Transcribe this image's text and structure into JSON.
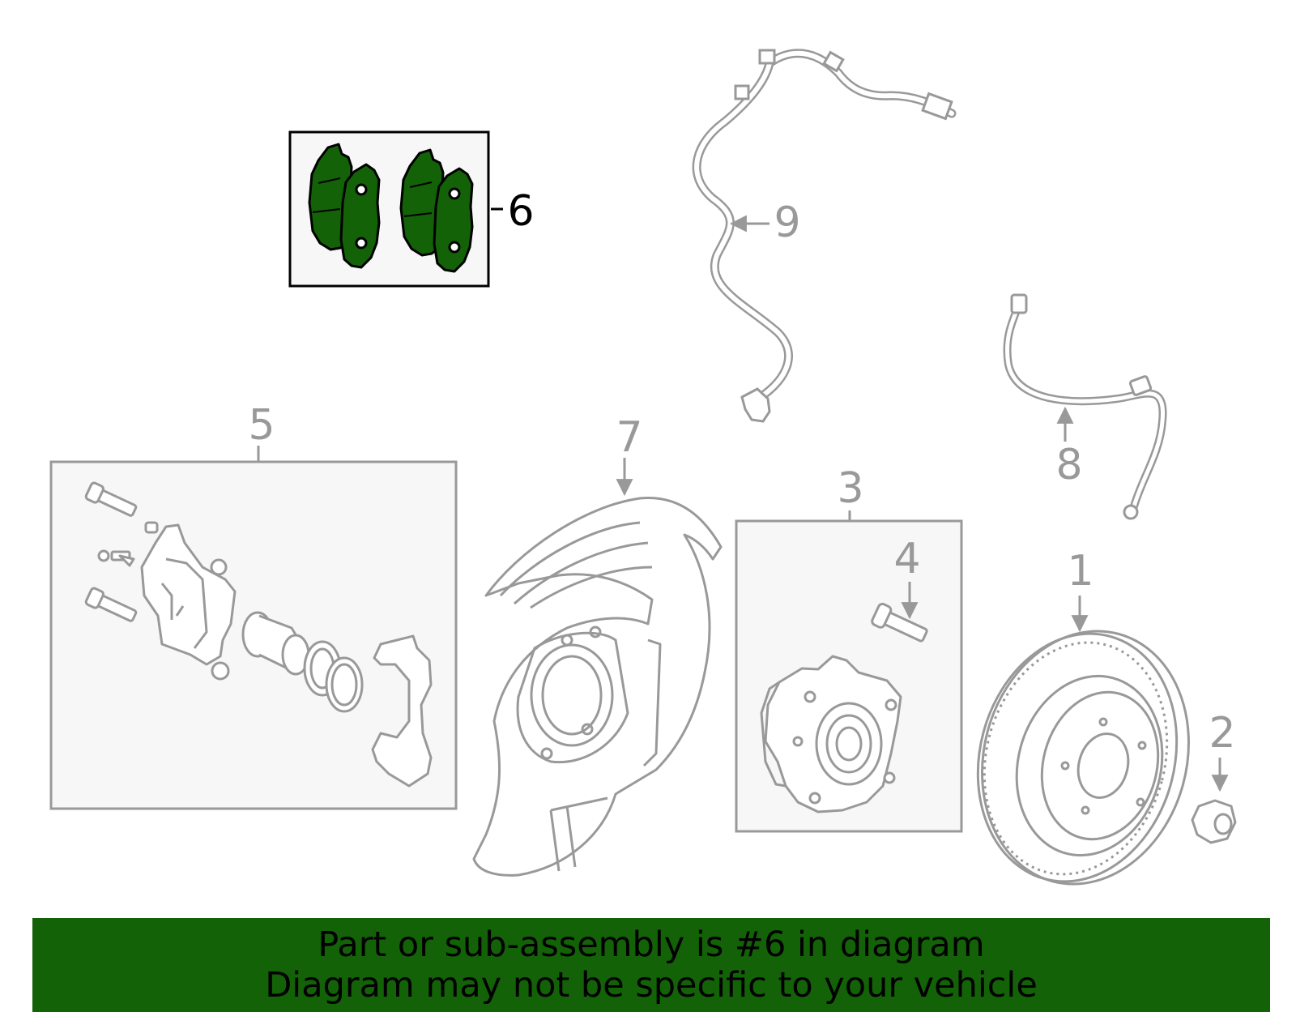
{
  "callouts": {
    "c1": "1",
    "c2": "2",
    "c3": "3",
    "c4": "4",
    "c5": "5",
    "c6": "6",
    "c7": "7",
    "c8": "8",
    "c9": "9"
  },
  "highlighted_part": "6",
  "banner": {
    "line1": "Part or sub-assembly is #6 in diagram",
    "line2": "Diagram may not be specific to your vehicle"
  },
  "colors": {
    "highlight_fill": "#136207",
    "banner_bg": "#136207",
    "line_gray": "#999999",
    "box_fill": "#f7f7f7"
  }
}
